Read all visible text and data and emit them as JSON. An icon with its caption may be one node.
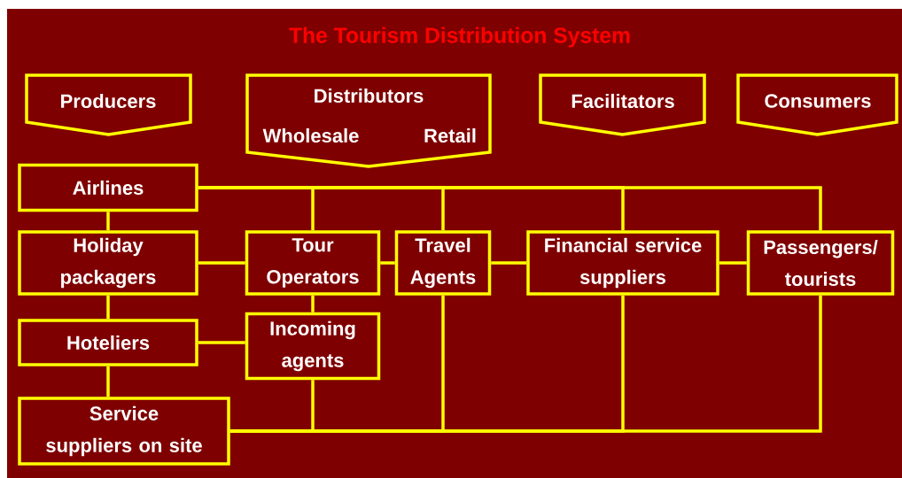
{
  "diagram": {
    "title": "The Tourism Distribution System",
    "nodes": [
      {
        "text": [
          "Producers"
        ]
      },
      {
        "text": [
          "Distributors",
          "Wholesale",
          "Retail"
        ]
      },
      {
        "text": [
          "Facilitators"
        ]
      },
      {
        "text": [
          "Consumers"
        ]
      },
      {
        "text": [
          "Airlines"
        ]
      },
      {
        "text": [
          "Holiday packagers"
        ]
      },
      {
        "text": [
          "Hoteliers"
        ]
      },
      {
        "text": [
          "Service suppliers on site"
        ]
      },
      {
        "text": [
          "Tour Operators"
        ]
      },
      {
        "text": [
          "Incoming agents"
        ]
      },
      {
        "text": [
          "Travel Agents"
        ]
      },
      {
        "text": [
          "Financial service suppliers"
        ]
      },
      {
        "text": [
          "Passengers/ tourists"
        ]
      }
    ],
    "edges": [
      {
        "from": 4,
        "to": 5,
        "arrow": "none"
      },
      {
        "from": 5,
        "to": 6,
        "arrow": "none"
      },
      {
        "from": 6,
        "to": 7,
        "arrow": "none"
      },
      {
        "from": 5,
        "to": 8,
        "arrow": "none"
      },
      {
        "from": 8,
        "to": 10,
        "arrow": "none"
      },
      {
        "from": 10,
        "to": 11,
        "arrow": "none"
      },
      {
        "from": 11,
        "to": 12,
        "arrow": "none"
      },
      {
        "from": 6,
        "to": 9,
        "arrow": "none"
      },
      {
        "from": 8,
        "to": 9,
        "arrow": "none"
      },
      {
        "from": 4,
        "to": 8,
        "arrow": "none"
      },
      {
        "from": 4,
        "to": 10,
        "arrow": "none"
      },
      {
        "from": 4,
        "to": 11,
        "arrow": "none"
      },
      {
        "from": 4,
        "to": 12,
        "arrow": "none"
      },
      {
        "from": 7,
        "to": 9,
        "arrow": "none"
      },
      {
        "from": 7,
        "to": 10,
        "arrow": "none"
      },
      {
        "from": 7,
        "to": 11,
        "arrow": "none"
      },
      {
        "from": 7,
        "to": 12,
        "arrow": "none"
      }
    ]
  }
}
